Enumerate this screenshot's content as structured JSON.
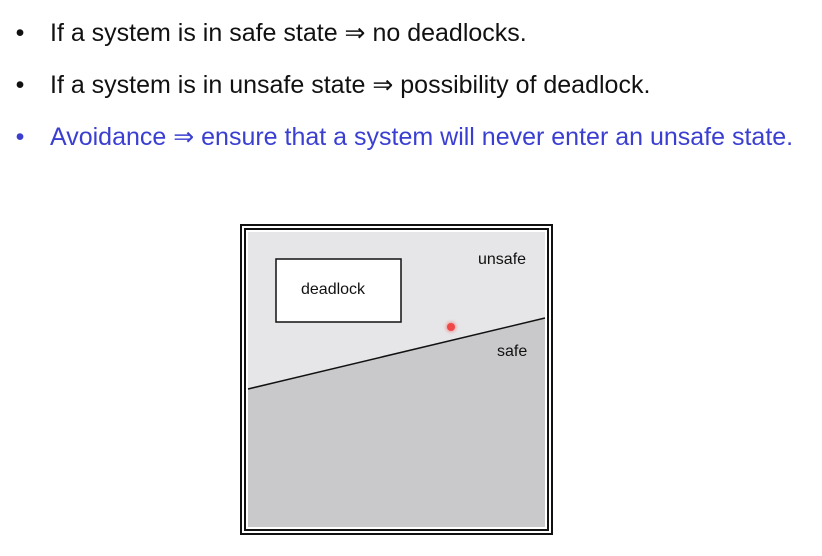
{
  "bullets": [
    {
      "marker": "•",
      "text": "If a system is in safe state ⇒ no deadlocks."
    },
    {
      "marker": "•",
      "text": "If a system is in unsafe state ⇒ possibility of deadlock."
    },
    {
      "marker": "•",
      "text": "Avoidance ⇒ ensure that a system will never enter an unsafe state."
    }
  ],
  "diagram": {
    "deadlock_label": "deadlock",
    "unsafe_label": "unsafe",
    "safe_label": "safe"
  },
  "colors": {
    "text": "#111111",
    "highlight_bullet": "#3a3fd1",
    "unsafe_region": "#e6e6e8",
    "safe_region": "#c9c9cb"
  }
}
